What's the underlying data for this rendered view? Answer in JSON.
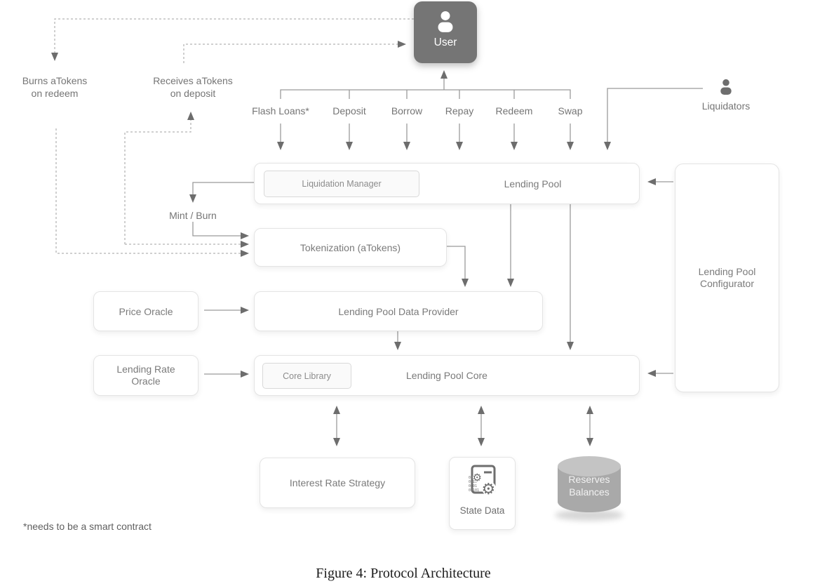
{
  "figure": {
    "caption": "Figure 4: Protocol Architecture",
    "footnote": "*needs to be a smart contract"
  },
  "actors": {
    "user": "User",
    "liquidators": "Liquidators"
  },
  "actions": [
    "Flash Loans*",
    "Deposit",
    "Borrow",
    "Repay",
    "Redeem",
    "Swap"
  ],
  "annotations": {
    "burns": "Burns aTokens\non redeem",
    "receives": "Receives aTokens\non deposit",
    "mint_burn": "Mint / Burn"
  },
  "components": {
    "lending_pool": "Lending Pool",
    "liquidation_manager": "Liquidation Manager",
    "tokenization": "Tokenization (aTokens)",
    "data_provider": "Lending Pool Data Provider",
    "core": "Lending Pool Core",
    "core_library": "Core Library",
    "price_oracle": "Price Oracle",
    "lending_rate_oracle": "Lending Rate\nOracle",
    "interest_rate_strategy": "Interest Rate Strategy",
    "state_data": "State Data",
    "reserves": "Reserves\nBalances",
    "configurator": "Lending Pool\nConfigurator"
  },
  "colors": {
    "user_box": "#757575",
    "box_bg": "#ffffff",
    "box_border": "#e4e4e4",
    "subbox_bg": "#fafafa",
    "subbox_border": "#d9d9d9",
    "line": "#9a9a9a",
    "arrow": "#6d6d6d",
    "dashed_line": "#b5b5b5",
    "text": "#757575",
    "cylinder_body": "#a9a9a9",
    "cylinder_top": "#c4c4c4",
    "caption_text": "#1b1b1b"
  }
}
